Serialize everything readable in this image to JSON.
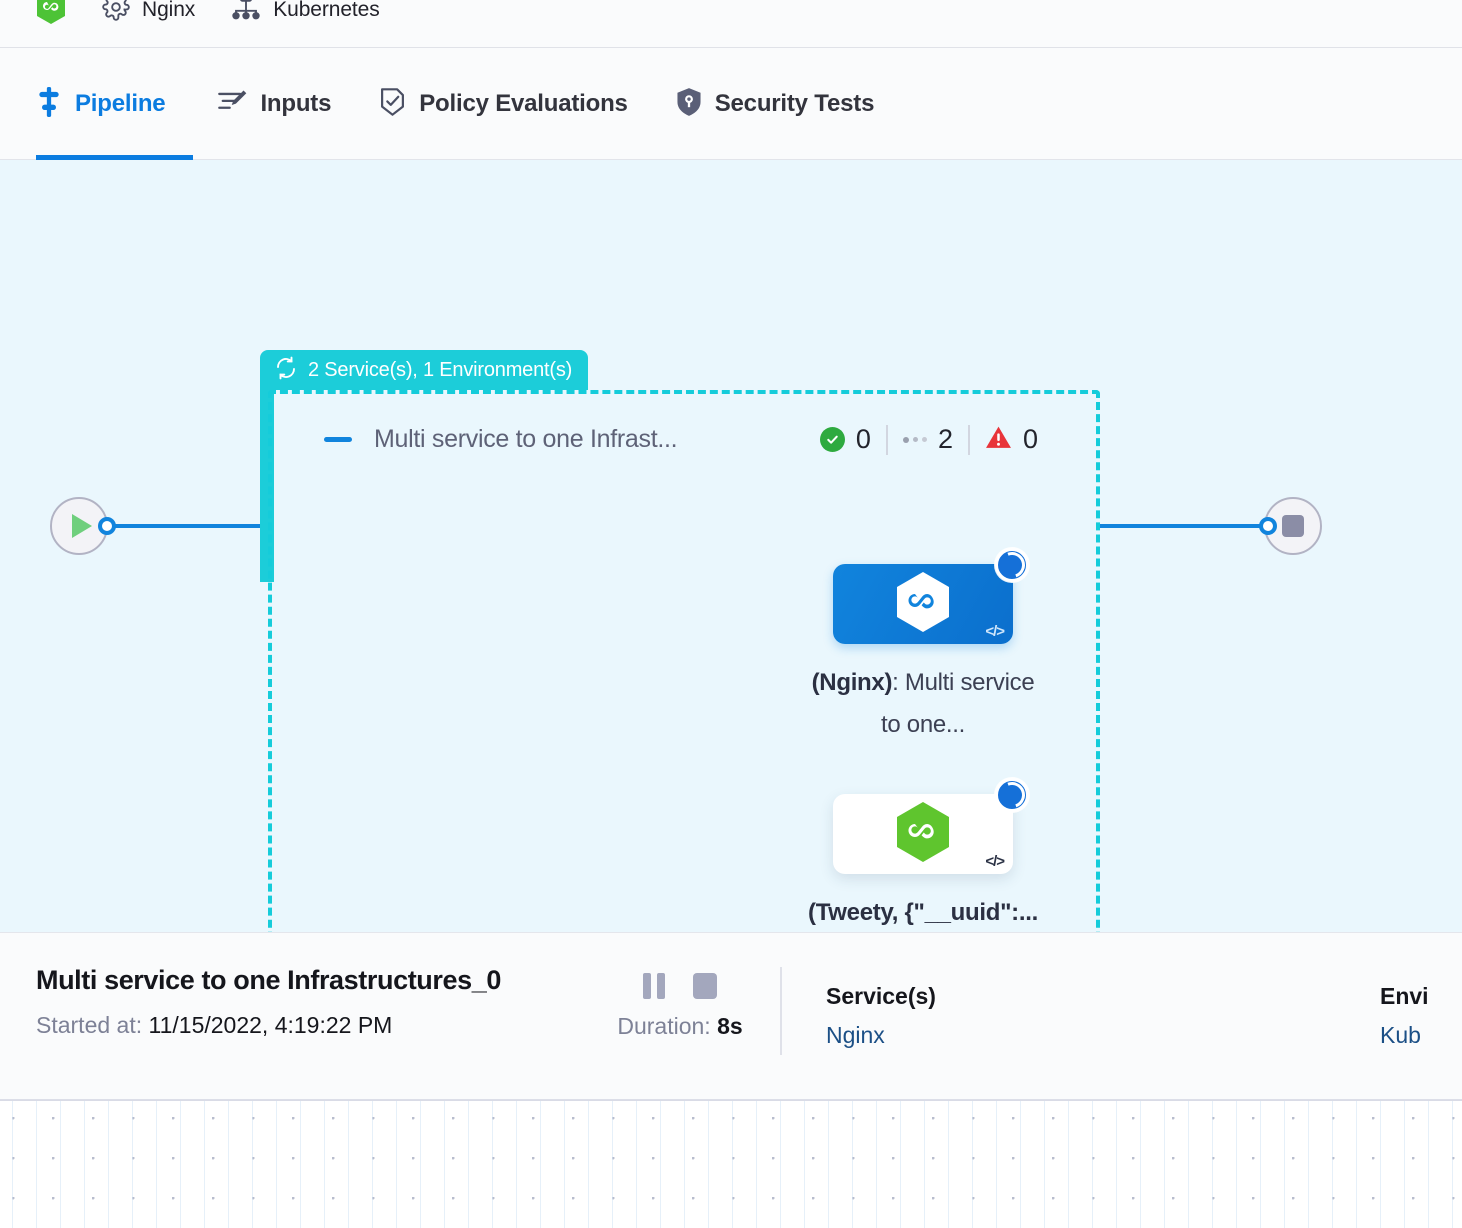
{
  "topbar": {
    "items": [
      {
        "icon": "harness-hexagon-icon",
        "label": ""
      },
      {
        "icon": "gear-icon",
        "label": "Nginx"
      },
      {
        "icon": "kubernetes-cluster-icon",
        "label": "Kubernetes"
      }
    ]
  },
  "tabs": [
    {
      "id": "pipeline",
      "label": "Pipeline",
      "icon": "pipeline-icon",
      "active": true
    },
    {
      "id": "inputs",
      "label": "Inputs",
      "icon": "inputs-icon",
      "active": false
    },
    {
      "id": "policy-evaluations",
      "label": "Policy Evaluations",
      "icon": "shield-check-icon",
      "active": false
    },
    {
      "id": "security-tests",
      "label": "Security Tests",
      "icon": "shield-scan-icon",
      "active": false
    }
  ],
  "canvas": {
    "start_node": {
      "name": "start",
      "icon": "play-icon"
    },
    "end_node": {
      "name": "end",
      "icon": "stop-icon"
    },
    "group": {
      "tab_label": "2 Service(s), 1 Environment(s)",
      "tab_icon": "loop-rotate-icon",
      "title": "Multi service to one Infrast...",
      "collapse_icon": "minus-icon",
      "counters": [
        {
          "id": "success",
          "icon": "check-circle-icon",
          "value": "0",
          "color": "#2eaa3f"
        },
        {
          "id": "skipped",
          "icon": "dots-icon",
          "value": "2",
          "color": "#9aa0ae"
        },
        {
          "id": "failed",
          "icon": "warning-triangle-icon",
          "value": "0",
          "color": "#e8343a"
        }
      ],
      "nodes": [
        {
          "id": "nginx-node",
          "card_style": "blue",
          "service_icon": "hexagon-infinity-white-icon",
          "code_glyph": "</>",
          "status": "running",
          "label_bold": "(Nginx)",
          "label_rest": ": Multi service to one...",
          "label_all_bold": false
        },
        {
          "id": "tweety-node",
          "card_style": "white",
          "service_icon": "hexagon-infinity-green-icon",
          "code_glyph": "</>",
          "status": "running",
          "label_bold": "(Tweety, {\"__uuid\":...",
          "label_rest": "",
          "label_all_bold": true
        }
      ]
    }
  },
  "footer": {
    "title": "Multi service to one Infrastructures_0",
    "started_label": "Started at:",
    "started_value": "11/15/2022, 4:19:22 PM",
    "controls": [
      {
        "id": "pause",
        "icon": "pause-icon"
      },
      {
        "id": "stop",
        "icon": "stop-icon"
      }
    ],
    "duration_label": "Duration:",
    "duration_value": "8s",
    "columns": [
      {
        "id": "services",
        "heading": "Service(s)",
        "value": "Nginx"
      },
      {
        "id": "environments",
        "heading": "Envi",
        "value": "Kub"
      }
    ]
  },
  "colors": {
    "accent_blue": "#1184dd",
    "group_cyan": "#1ccdd9",
    "canvas_bg": "#eaf7fd",
    "success_green": "#2eaa3f",
    "error_red": "#e8343a",
    "service_green": "#5fc52e"
  }
}
